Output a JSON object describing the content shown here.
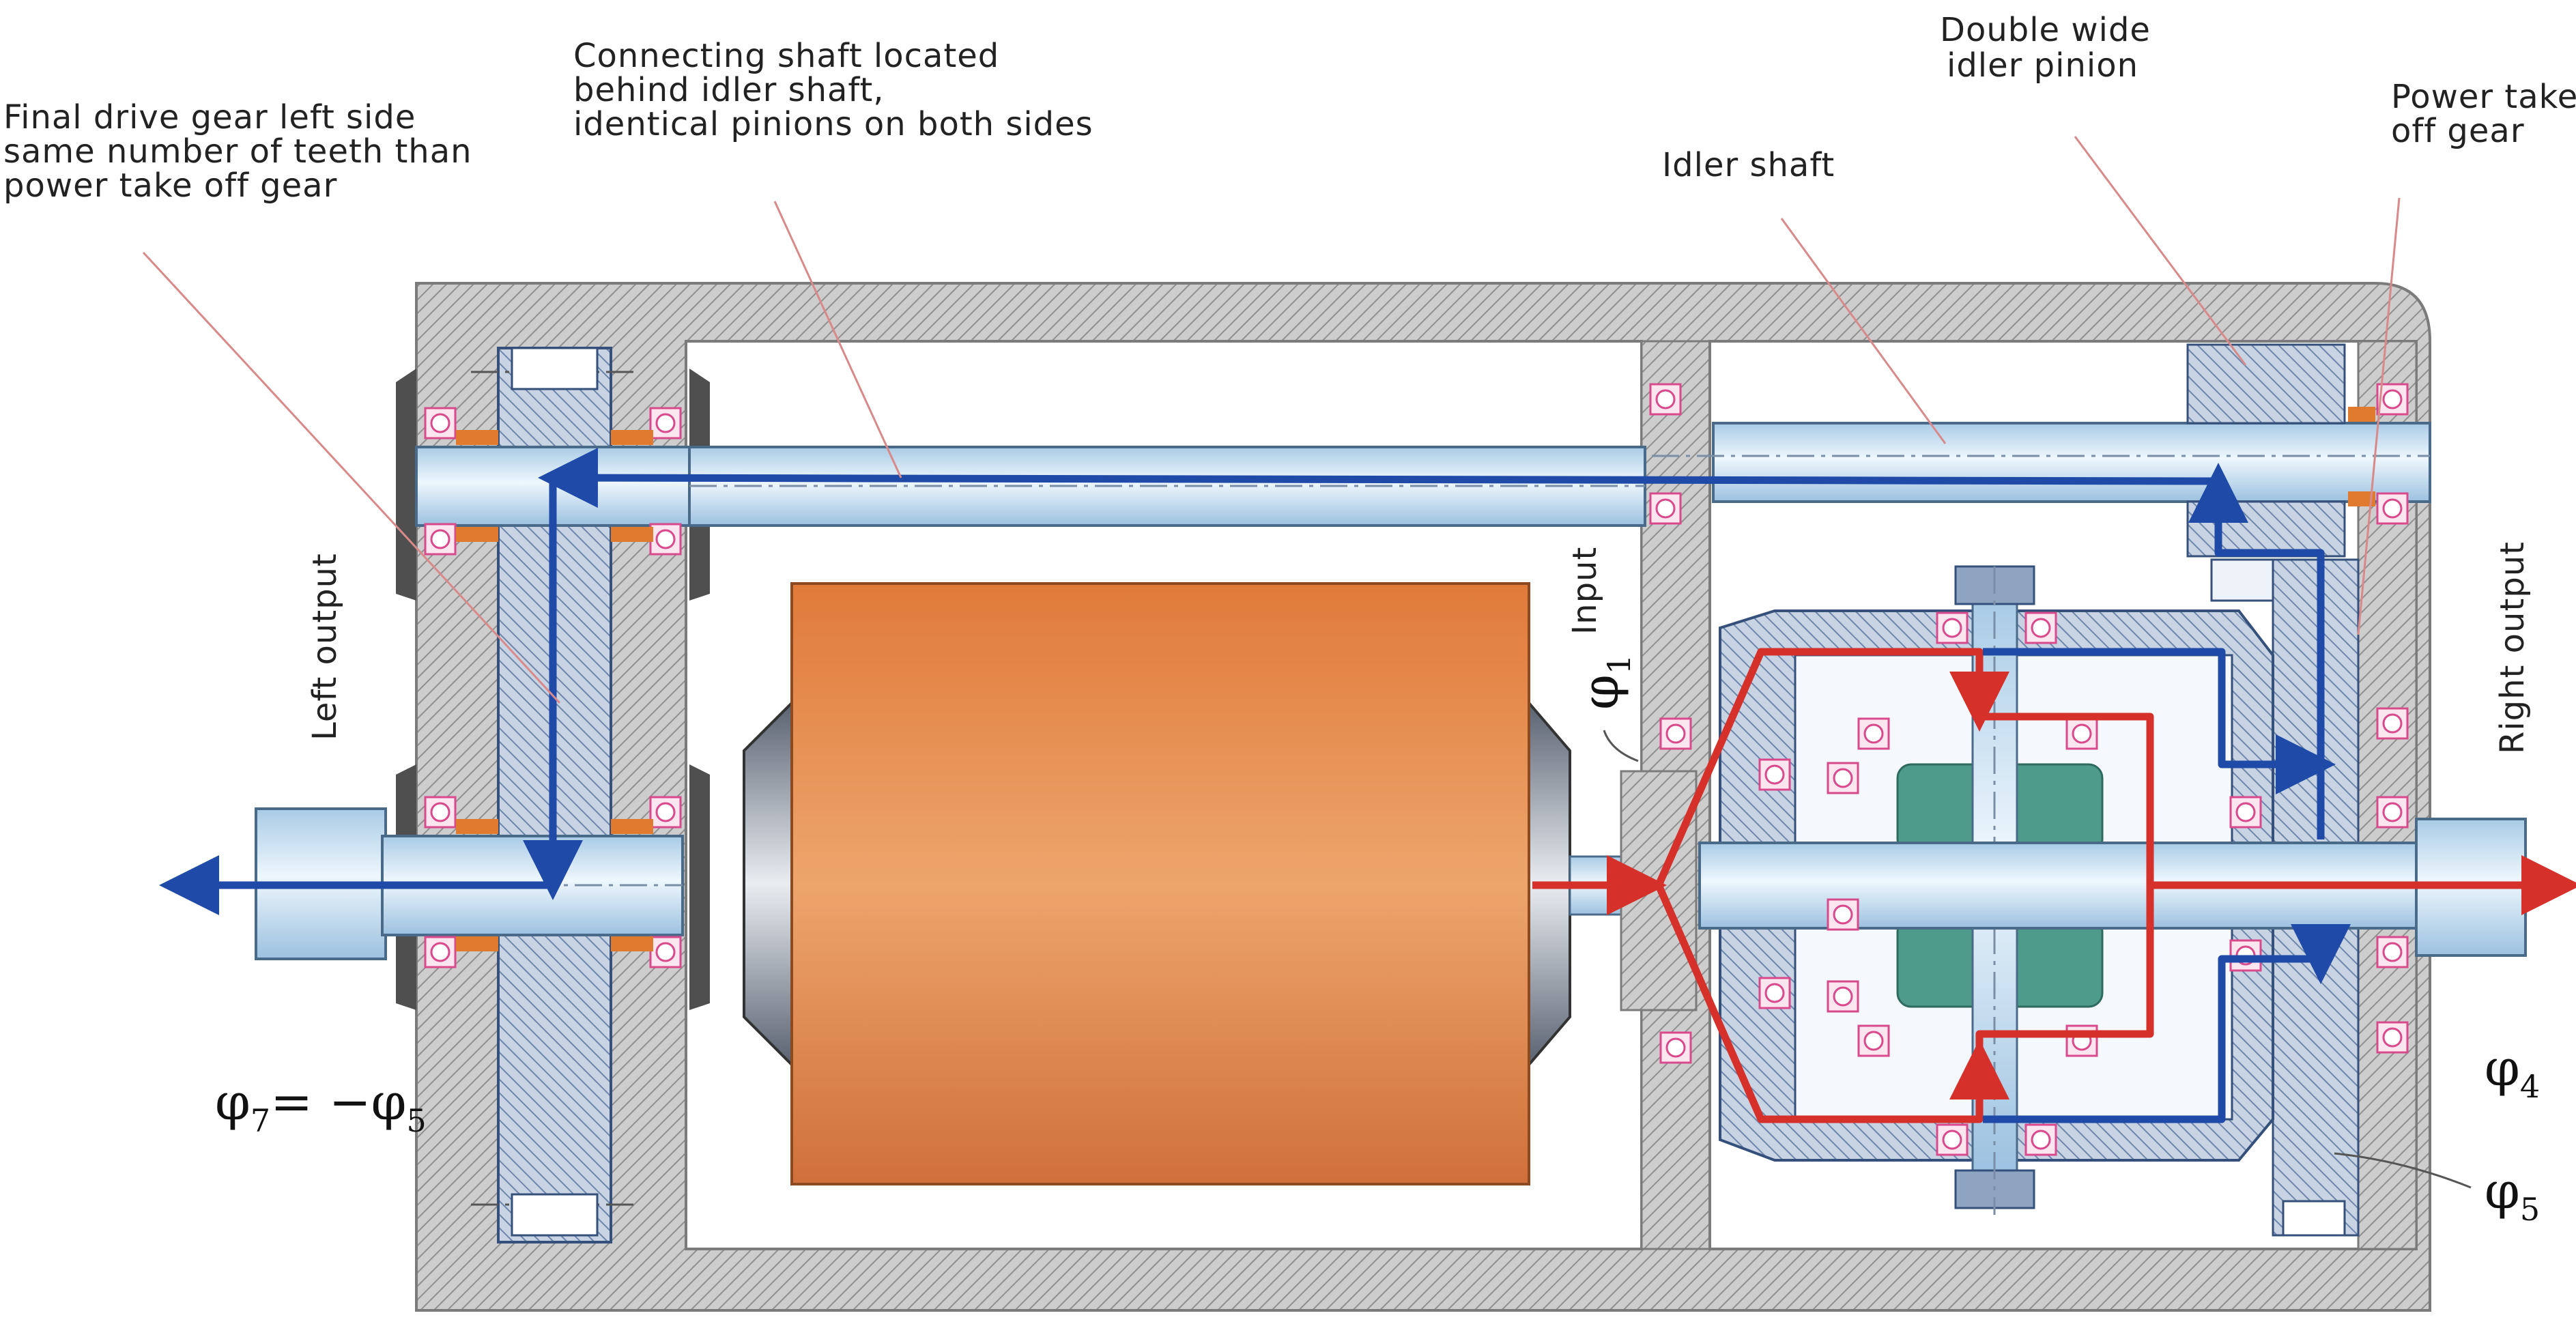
{
  "labels": {
    "final_drive_gear": [
      "Final drive gear left side",
      "same number of teeth than",
      "power take off gear"
    ],
    "connecting_shaft": [
      "Connecting shaft located",
      "behind idler shaft,",
      "identical pinions on both sides"
    ],
    "idler_shaft": "Idler shaft",
    "double_wide_pinion": [
      "Double wide",
      "idler pinion"
    ],
    "power_take_off_gear": [
      "Power take",
      "off gear"
    ],
    "left_output": "Left output",
    "right_output": "Right output",
    "input": "Input"
  },
  "symbols": {
    "phi": "φ",
    "phi1_sub": "1",
    "phi4_sub": "4",
    "phi5_sub": "5",
    "phi7_sub": "7",
    "eq": "= −",
    "phi5b_sub": "5"
  },
  "colors": {
    "housing": "#c9c9c9",
    "housing_edge": "#8a8a8a",
    "shaft": "#cfe6f6",
    "shaft_edge": "#5b7fa0",
    "motor": "#e3844a",
    "flow_red": "#d5302a",
    "flow_blue": "#1f4aa8",
    "bearing": "#d84a8c",
    "bushing": "#e07a2e",
    "planet": "#4f9b8b",
    "leader": "#d88a8a"
  }
}
